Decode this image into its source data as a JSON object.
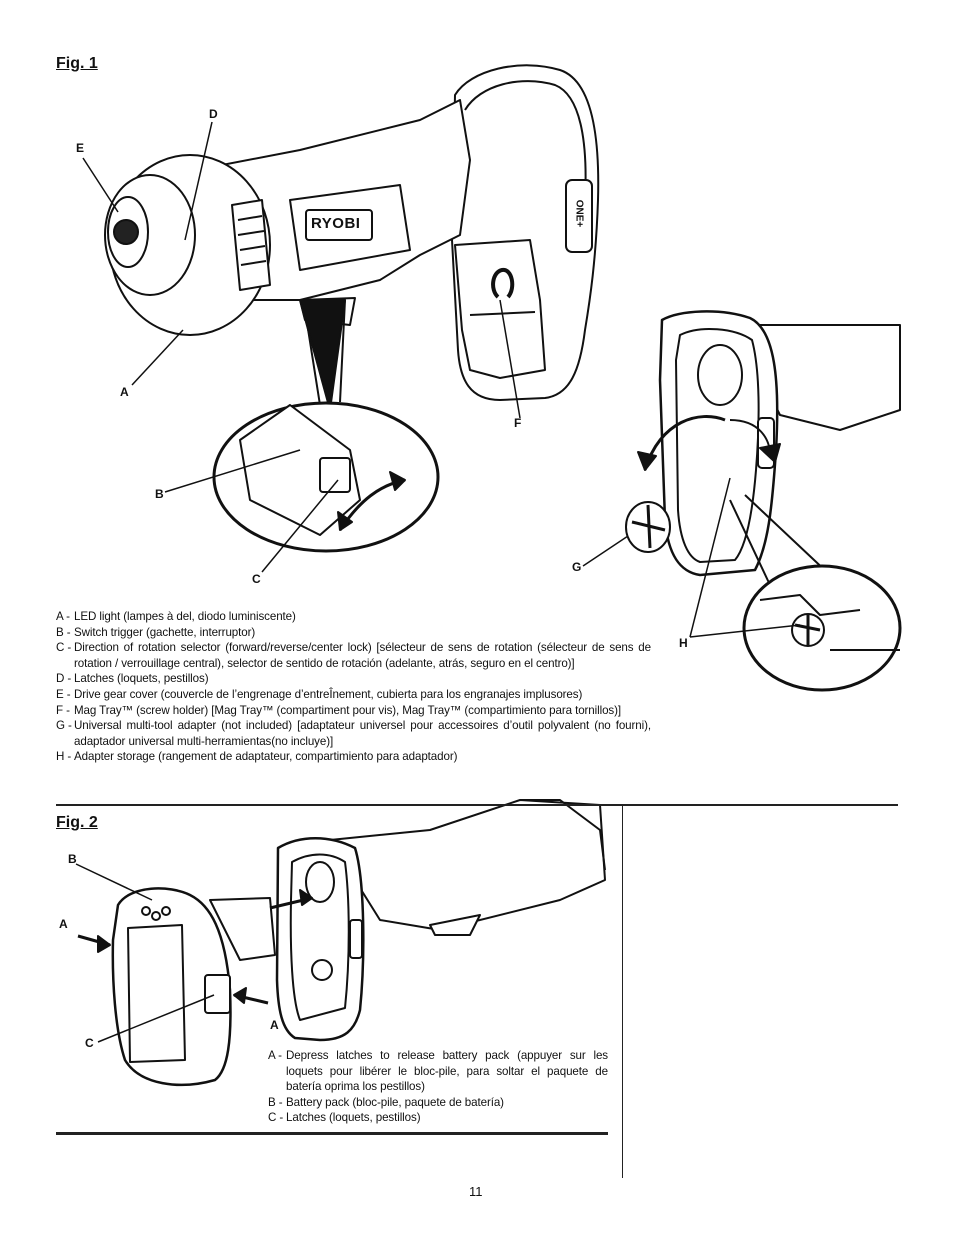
{
  "fig1": {
    "title": "Fig. 1",
    "callouts": {
      "A": "A",
      "B": "B",
      "C": "C",
      "D": "D",
      "E": "E",
      "F": "F",
      "G": "G",
      "H": "H"
    },
    "brand": "RYOBI",
    "one_plus": "ONE+",
    "legend": [
      {
        "key": "A -",
        "text": "LED light (lampes à del, diodo luminiscente)"
      },
      {
        "key": "B -",
        "text": "Switch trigger (gachette, interruptor)"
      },
      {
        "key": "C -",
        "text": "Direction of rotation selector (forward/reverse/center lock) [sélecteur de sens de rotation (sélecteur de sens de rotation / verrouillage central), selector de sentido de rotación (adelante, atrás, seguro en el centro)]"
      },
      {
        "key": "D -",
        "text": "Latches (loquets, pestillos)"
      },
      {
        "key": "E -",
        "text": "Drive gear cover (couvercle de l’engrenage d’entreÎnement, cubierta para los engranajes implusores)"
      },
      {
        "key": "F -",
        "text": "Mag Tray™ (screw holder) [Mag Tray™ (compartiment pour vis), Mag Tray™ (compartimiento para tornillos)]"
      },
      {
        "key": "G -",
        "text": "Universal multi-tool adapter (not included) [adaptateur universel pour accessoires d’outil polyvalent (no fourni), adaptador universal multi-herramientas(no  incluye)]"
      },
      {
        "key": "H -",
        "text": "Adapter storage (rangement de adaptateur, compartimiento para adaptador)"
      }
    ]
  },
  "fig2": {
    "title": "Fig. 2",
    "callouts": {
      "A": "A",
      "A2": "A",
      "B": "B",
      "C": "C"
    },
    "legend": [
      {
        "key": "A -",
        "text": "Depress latches to release battery pack (appuyer sur les loquets pour libérer le bloc-pile, para soltar el paquete de batería oprima los pestillos)"
      },
      {
        "key": "B -",
        "text": "Battery pack (bloc-pile, paquete de batería)"
      },
      {
        "key": "C -",
        "text": "Latches (loquets, pestillos)"
      }
    ]
  },
  "page_number": "11"
}
